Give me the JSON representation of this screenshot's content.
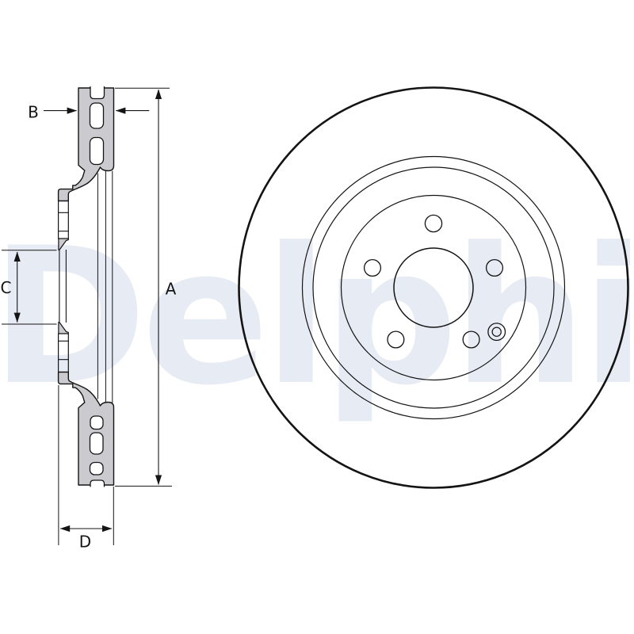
{
  "watermark": {
    "text": "Delphi",
    "color": "#e7ebf3"
  },
  "drawing": {
    "metal_fill": "#cbcbcf",
    "line_color": "#141414",
    "dimension_labels": {
      "a": "A",
      "b": "B",
      "c": "C",
      "d": "D"
    },
    "front_view": {
      "bolt_hole_count": 5,
      "pin_hole_count": 1
    }
  }
}
